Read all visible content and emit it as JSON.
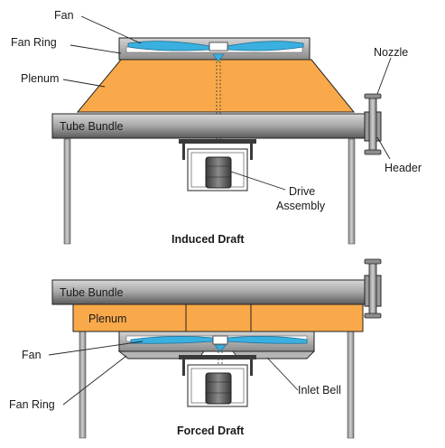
{
  "colors": {
    "plenum": "#f9a94a",
    "tube_bundle": "#9b9b9b",
    "blade": "#3ab0e0",
    "steel": "#6f6f6f",
    "outline": "#222222"
  },
  "induced": {
    "title": "Induced Draft",
    "labels": {
      "fan": "Fan",
      "fan_ring": "Fan Ring",
      "plenum": "Plenum",
      "tube_bundle": "Tube Bundle",
      "nozzle": "Nozzle",
      "header": "Header",
      "drive_line1": "Drive",
      "drive_line2": "Assembly"
    }
  },
  "forced": {
    "title": "Forced Draft",
    "labels": {
      "tube_bundle": "Tube Bundle",
      "plenum": "Plenum",
      "fan": "Fan",
      "fan_ring": "Fan Ring",
      "inlet_bell": "Inlet Bell"
    }
  }
}
